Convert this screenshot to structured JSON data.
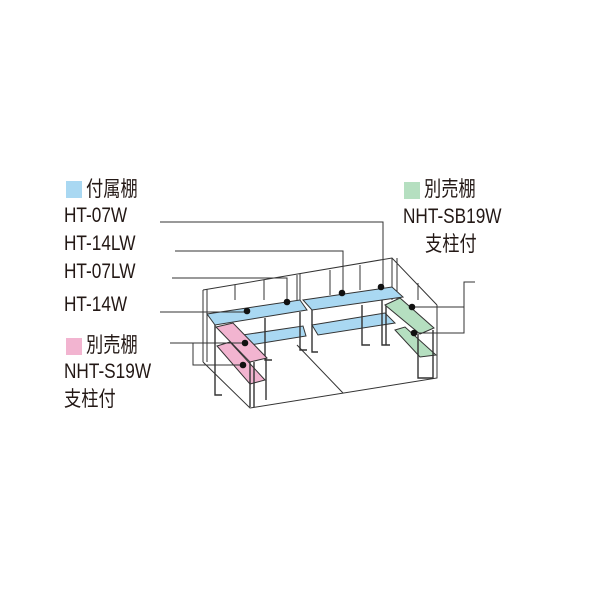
{
  "legend_included": {
    "title": "付属棚",
    "color": "#a9d8f2",
    "items": [
      "HT-07W",
      "HT-14LW",
      "HT-07LW",
      "HT-14W"
    ]
  },
  "legend_separate_left": {
    "title": "別売棚",
    "color": "#f2b4d0",
    "model": "NHT-S19W",
    "note": "支柱付"
  },
  "legend_separate_right": {
    "title": "別売棚",
    "color": "#b5dfc0",
    "model": "NHT-SB19W",
    "note": "支柱付"
  }
}
